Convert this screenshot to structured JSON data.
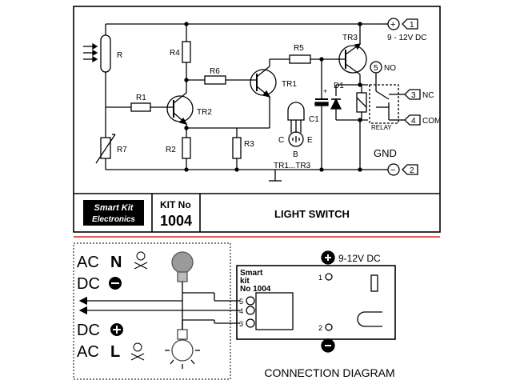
{
  "schematic": {
    "components": {
      "r": "R",
      "r1": "R1",
      "r2": "R2",
      "r3": "R3",
      "r4": "R4",
      "r5": "R5",
      "r6": "R6",
      "r7": "R7",
      "tr1": "TR1",
      "tr2": "TR2",
      "tr3": "TR3",
      "c1": "C1",
      "d1": "D1",
      "relay": "RELAY"
    },
    "pinout": {
      "c": "C",
      "e": "E",
      "b": "B",
      "range": "TR1...TR3"
    },
    "terminals": {
      "t1": {
        "num": "1",
        "sign": "+",
        "label": "9 - 12V DC"
      },
      "t2": {
        "num": "2",
        "sign": "−",
        "label": "GND"
      },
      "t3": {
        "num": "3",
        "label": "NC"
      },
      "t4": {
        "num": "4",
        "label": "COM"
      },
      "t5": {
        "num": "5",
        "label": "NO"
      }
    },
    "cap_plus": "+"
  },
  "titleblock": {
    "logo_top": "Smart Kit",
    "logo_bottom": "Electronics",
    "kit_label": "KIT No",
    "kit_number": "1004",
    "title": "LIGHT SWITCH"
  },
  "connection": {
    "ac_n": {
      "label": "AC",
      "sym": "N"
    },
    "dc_minus": {
      "label": "DC"
    },
    "dc_plus": {
      "label": "DC"
    },
    "ac_l": {
      "label": "AC",
      "sym": "L"
    },
    "board": {
      "line1": "Smart",
      "line2": "kit",
      "line3": "No 1004"
    },
    "pins": [
      "5",
      "4",
      "3"
    ],
    "pin1": "1",
    "pin2": "2",
    "supply": "9-12V DC",
    "caption": "CONNECTION DIAGRAM"
  },
  "colors": {
    "divider": "#d62020",
    "ink": "#000000",
    "lamp": "#9a9a9a"
  }
}
